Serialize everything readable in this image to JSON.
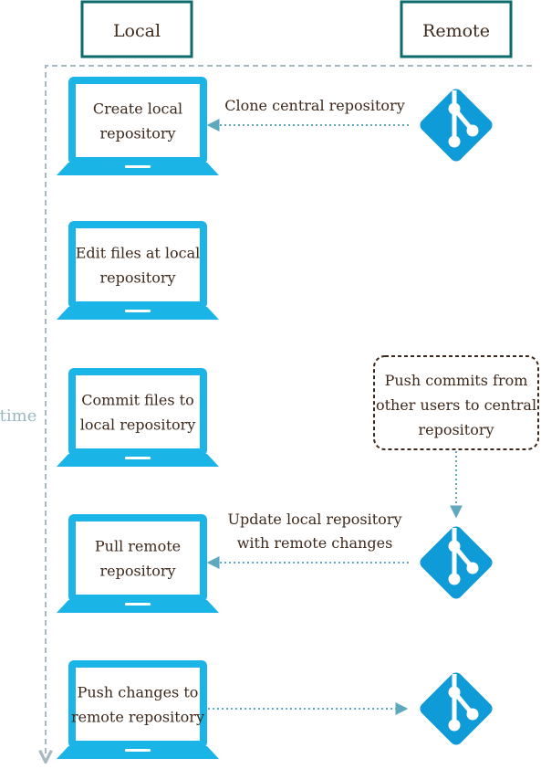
{
  "headers": {
    "local": "Local",
    "remote": "Remote"
  },
  "time_label": "time",
  "steps": [
    {
      "local_lines": [
        "Create local",
        "repository"
      ],
      "edge_lines": [
        "Clone central repository"
      ],
      "edge_direction": "to-local",
      "remote_icon": "git-logo-icon"
    },
    {
      "local_lines": [
        "Edit files at local",
        "repository"
      ],
      "edge_lines": [],
      "edge_direction": "none",
      "remote_icon": ""
    },
    {
      "local_lines": [
        "Commit files to",
        "local repository"
      ],
      "edge_lines": [],
      "edge_direction": "none",
      "remote_icon": ""
    },
    {
      "local_lines": [
        "Pull remote",
        "repository"
      ],
      "edge_lines": [
        "Update local repository",
        "with remote changes"
      ],
      "edge_direction": "to-local",
      "remote_icon": "git-logo-icon"
    },
    {
      "local_lines": [
        "Push changes to",
        "remote repository"
      ],
      "edge_lines": [],
      "edge_direction": "to-remote",
      "remote_icon": "git-logo-icon"
    }
  ],
  "note": {
    "lines": [
      "Push commits from",
      "other users to central",
      "repository"
    ],
    "target_step": 3
  },
  "colors": {
    "laptop": "#1ab4e6",
    "git": "#0f9bd8",
    "header_border": "#0d6b6b",
    "arrow": "#5fa9bf",
    "timeline": "#a9b8c0",
    "text": "#3e2a1c",
    "note_border": "#3e2a1c"
  }
}
